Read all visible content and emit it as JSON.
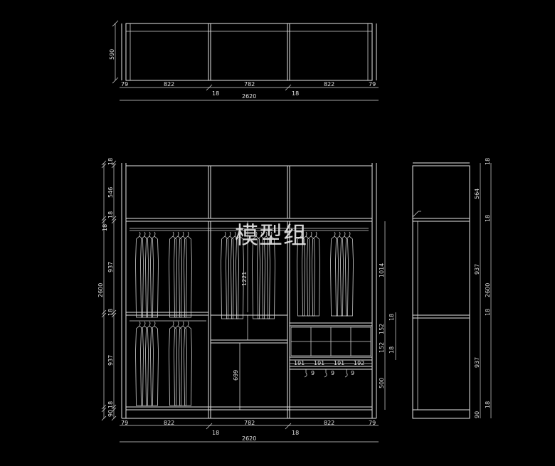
{
  "watermark": "模型组",
  "plan_view": {
    "height_label": "590",
    "widths": [
      "79",
      "822",
      "782",
      "822",
      "79"
    ],
    "partitions": [
      "18",
      "18"
    ],
    "total": "2620"
  },
  "front_elevation": {
    "left_dims": [
      "18",
      "546",
      "18",
      "18",
      "937",
      "18",
      "937",
      "18",
      "90"
    ],
    "overall_height": "2600",
    "center_dim": "1221",
    "right_dims": [
      "1014",
      "152",
      "18",
      "152",
      "18",
      "500"
    ],
    "door_dim": "699",
    "drawer_dims": [
      "191",
      "191",
      "191",
      "192"
    ],
    "drawer_gaps": [
      "9",
      "9",
      "9"
    ],
    "bottom_widths": [
      "79",
      "822",
      "782",
      "822",
      "79"
    ],
    "bottom_partitions": [
      "18",
      "18"
    ],
    "bottom_total": "2620"
  },
  "side_elevation": {
    "right_dims": [
      "18",
      "564",
      "18",
      "937",
      "18",
      "937",
      "90",
      "18"
    ],
    "overall_height": "2600"
  }
}
